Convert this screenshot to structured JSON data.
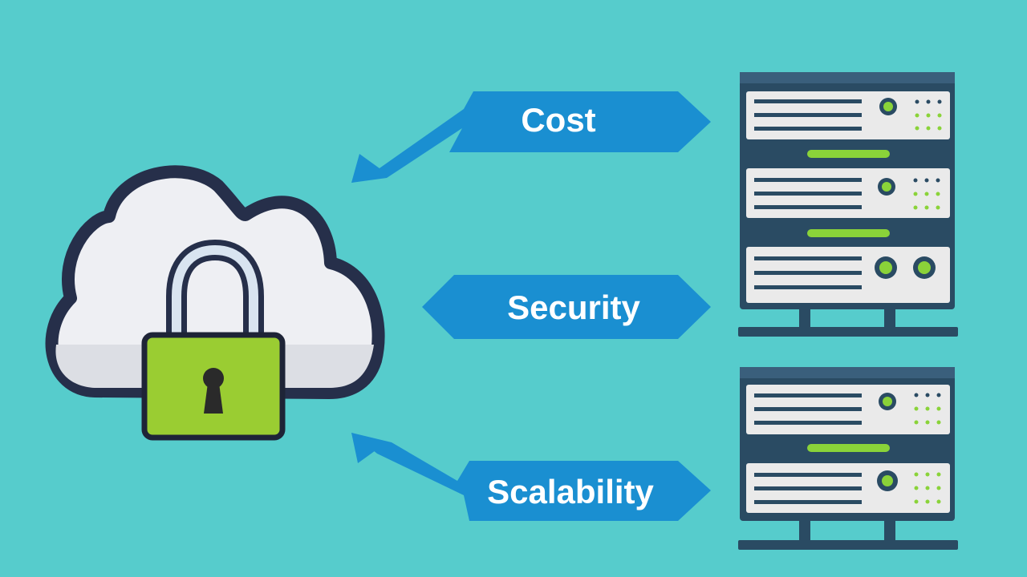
{
  "diagram": {
    "background_color": "#56cccc",
    "left_node": {
      "icon": "cloud-with-padlock",
      "cloud_fill": "#eeeff3",
      "cloud_outline": "#262f4a",
      "lock_body": "#9acd32",
      "lock_shackle": "#d9e4f0"
    },
    "arrows": [
      {
        "label": "Cost",
        "direction": "from-server-to-cloud"
      },
      {
        "label": "Security",
        "direction": "bidirectional"
      },
      {
        "label": "Scalability",
        "direction": "from-server-to-cloud"
      }
    ],
    "arrow_color": "#1a8fd1",
    "servers": [
      {
        "icon": "server-rack",
        "units": 3
      },
      {
        "icon": "server-rack",
        "units": 2
      }
    ],
    "server_frame": "#2a4b63",
    "server_panel": "#eaeaea",
    "server_accent": "#8ad339"
  }
}
